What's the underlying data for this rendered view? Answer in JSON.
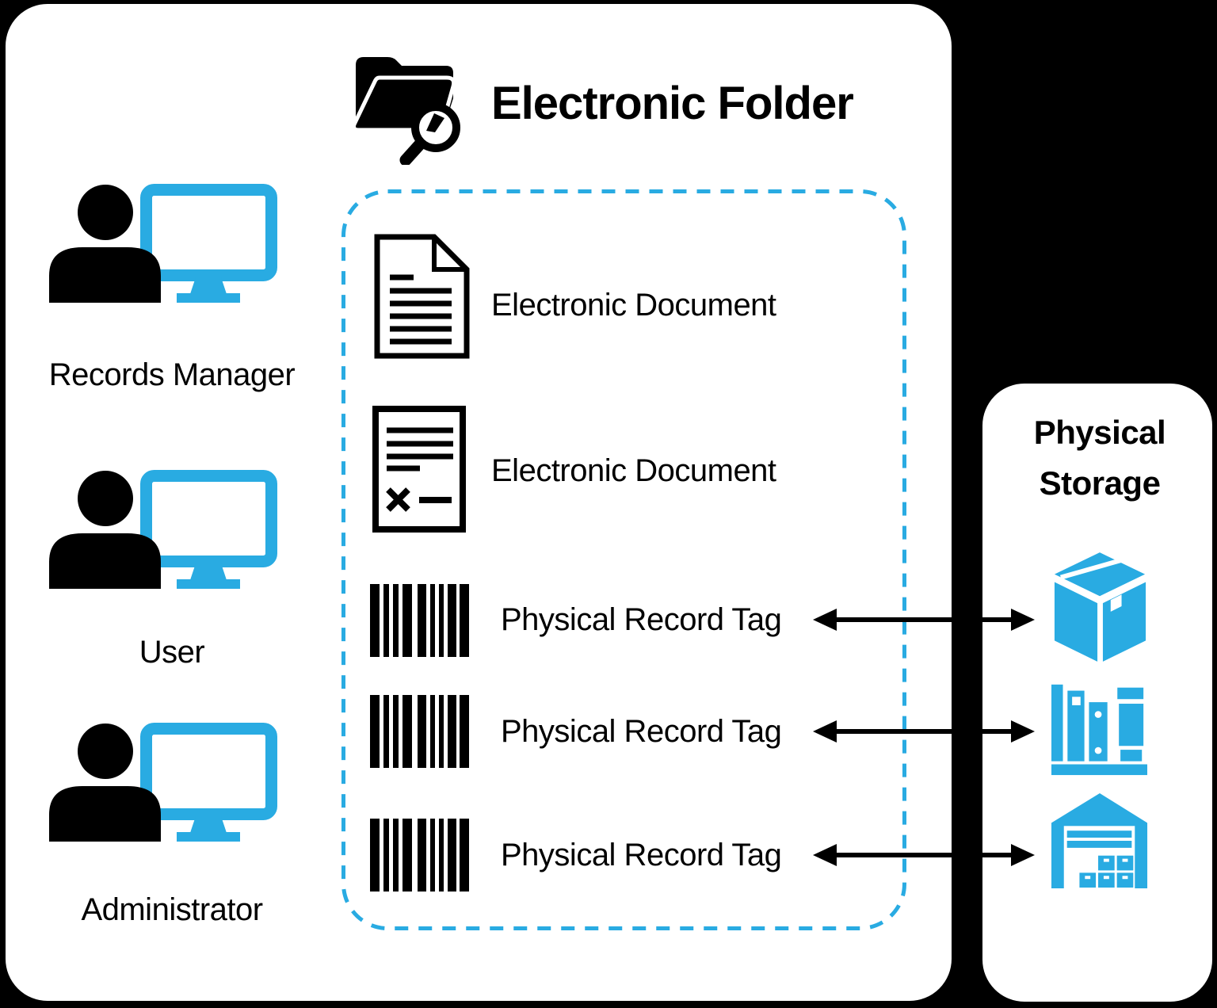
{
  "colors": {
    "accent_blue": "#29ABE2",
    "ink": "#000000",
    "panel_background": "#FFFFFF",
    "page_background": "#000000"
  },
  "main_panel": {
    "header": {
      "icon": "folder-search-icon",
      "title": "Electronic Folder"
    },
    "users": [
      {
        "icon": "person-computer-icon",
        "name": "Records Manager"
      },
      {
        "icon": "person-computer-icon",
        "name": "User"
      },
      {
        "icon": "person-computer-icon",
        "name": "Administrator"
      }
    ],
    "folder_items": [
      {
        "icon": "electronic-document-icon",
        "label": "Electronic Document"
      },
      {
        "icon": "signed-document-icon",
        "label": "Electronic Document"
      },
      {
        "icon": "barcode-icon",
        "label": "Physical Record Tag"
      },
      {
        "icon": "barcode-icon",
        "label": "Physical Record Tag"
      },
      {
        "icon": "barcode-icon",
        "label": "Physical Record Tag"
      }
    ]
  },
  "physical_storage": {
    "title": "Physical Storage",
    "locations": [
      {
        "icon": "storage-box-icon"
      },
      {
        "icon": "bookshelf-icon"
      },
      {
        "icon": "warehouse-icon"
      }
    ]
  },
  "links": [
    {
      "from": "Physical Record Tag",
      "to": "storage-box",
      "bidirectional": true
    },
    {
      "from": "Physical Record Tag",
      "to": "bookshelf",
      "bidirectional": true
    },
    {
      "from": "Physical Record Tag",
      "to": "warehouse",
      "bidirectional": true
    }
  ]
}
